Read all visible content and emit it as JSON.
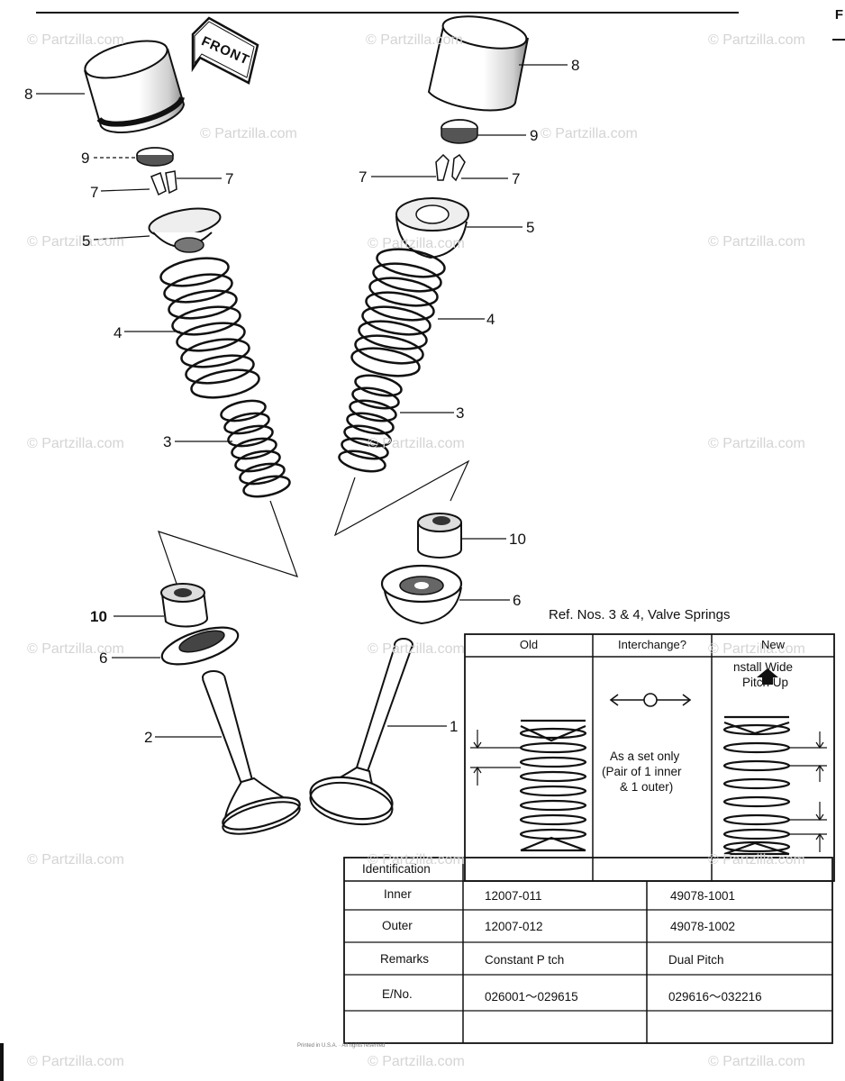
{
  "page_marker": "F",
  "front_label": "FRONT",
  "callouts": [
    "8",
    "9",
    "7",
    "7",
    "5",
    "4",
    "3",
    "10",
    "6",
    "2",
    "8",
    "9",
    "7",
    "7",
    "5",
    "4",
    "3",
    "10",
    "6",
    "1"
  ],
  "watermarks": [
    "© Partzilla.com",
    "© Partzilla.com",
    "© Partzilla.com",
    "© Partzilla.com",
    "© Partzilla.com",
    "© Partzilla.com",
    "© Partzilla.com",
    "© Partzilla.com",
    "© Partzilla.com",
    "© Partzilla.com",
    "© Partzilla.com",
    "© Partzilla.com",
    "© Partzilla.com",
    "© Partzilla.com",
    "© Partzilla.com",
    "© Partzilla.com",
    "© Partzilla.com",
    "© Partzilla.com",
    "© Partzilla.com",
    "© Partzilla.com"
  ],
  "spring_table": {
    "title": "Ref. Nos. 3 & 4, Valve Springs",
    "headers": [
      "Old",
      "Interchange?",
      "New"
    ],
    "new_note_line1": "nstall Wide",
    "new_note_line2": "Pitch Up",
    "interchange_line1": "As a set only",
    "interchange_line2": "(Pair of 1 inner",
    "interchange_line3": "& 1 outer)"
  },
  "ident_table": {
    "header": "Identification",
    "rows": [
      {
        "label": "Inner",
        "old": "12007-011",
        "new": "49078-1001"
      },
      {
        "label": "Outer",
        "old": "12007-012",
        "new": "49078-1002"
      },
      {
        "label": "Remarks",
        "old": "Constant P tch",
        "new": "Dual Pitch"
      },
      {
        "label": "E/No.",
        "old": "026001～029615",
        "new": "029616～032216"
      }
    ]
  },
  "footer_note": "Printed in U.S.A. · All rights reserved"
}
